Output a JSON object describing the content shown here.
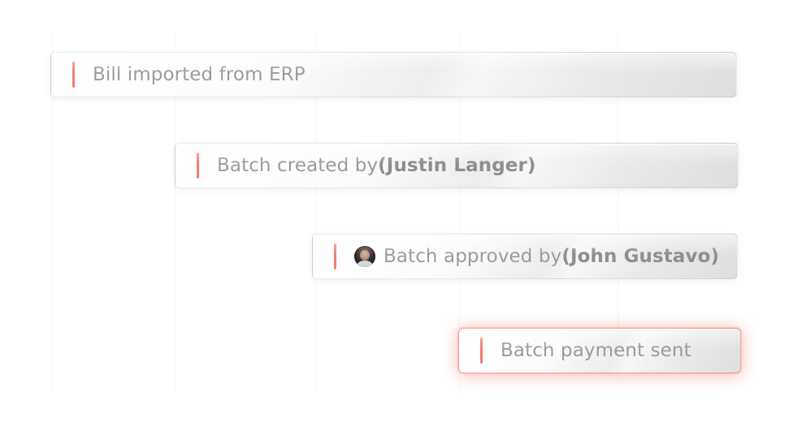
{
  "timeline": {
    "events": [
      {
        "label": "Bill imported from ERP",
        "accent_color": "#f07e72"
      },
      {
        "label_prefix": "Batch created by ",
        "open_paren": "(",
        "name": "Justin Langer",
        "close_paren": ")",
        "accent_color": "#f07e72"
      },
      {
        "label_prefix": "Batch approved by ",
        "open_paren": "(",
        "name": "John Gustavo",
        "close_paren": ")",
        "avatar_icon": "avatar-icon",
        "accent_color": "#f07e72"
      },
      {
        "label": "Batch payment sent",
        "accent_color": "#f07e72",
        "highlight_color": "#f07e72",
        "highlighted": true
      }
    ]
  }
}
